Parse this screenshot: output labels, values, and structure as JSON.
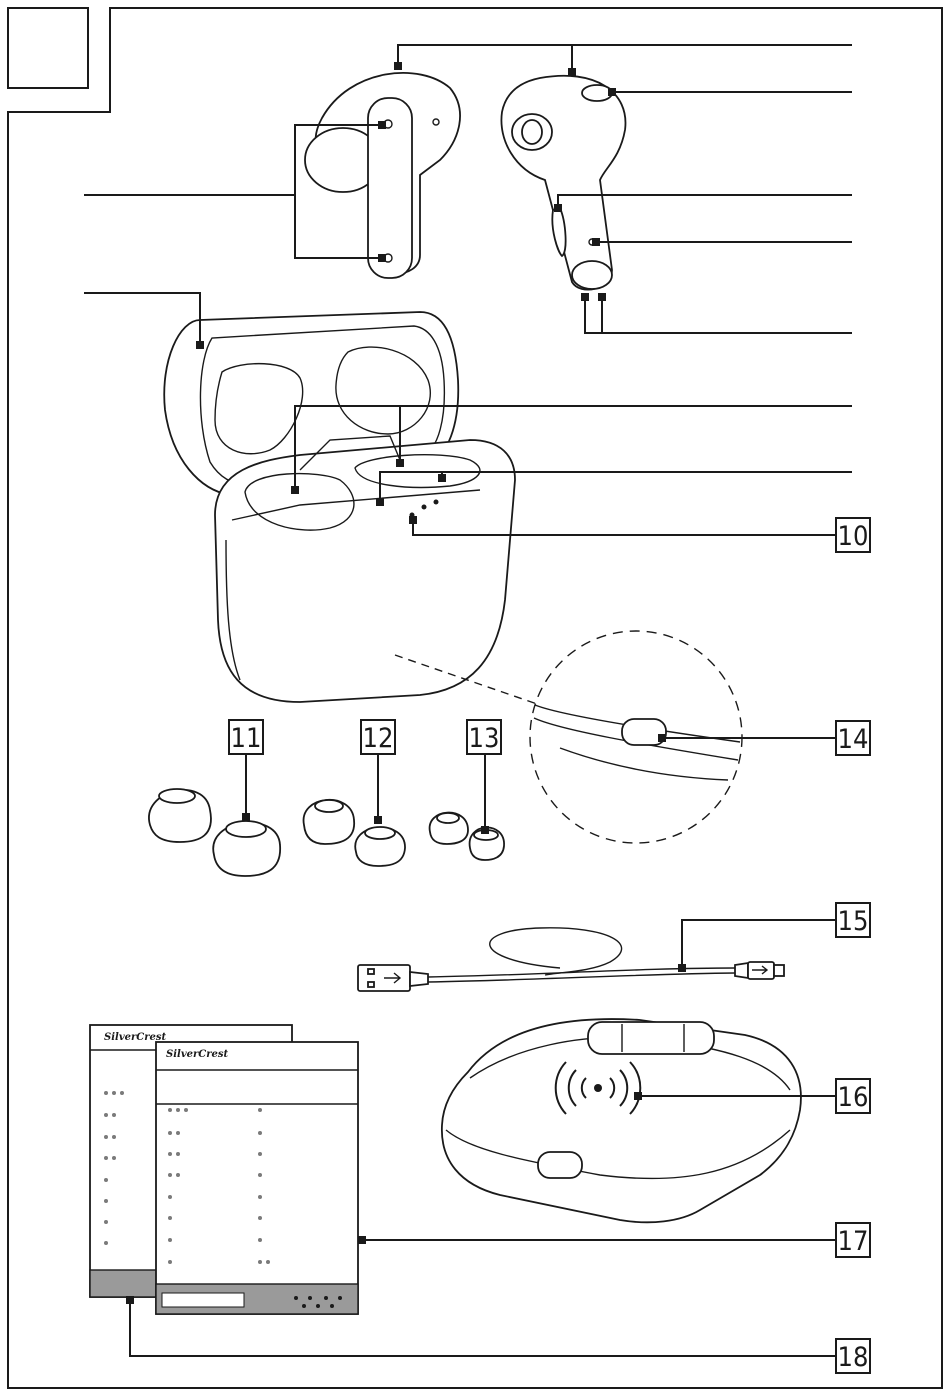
{
  "labels": {
    "l10": "10",
    "l11": "11",
    "l12": "12",
    "l13": "13",
    "l14": "14",
    "l15": "15",
    "l16": "16",
    "l17": "17",
    "l18": "18"
  },
  "manual": {
    "brand": "SilverCrest"
  },
  "colors": {
    "ink": "#1a1a1a",
    "panel": "#9a9a9a",
    "background": "#ffffff"
  }
}
